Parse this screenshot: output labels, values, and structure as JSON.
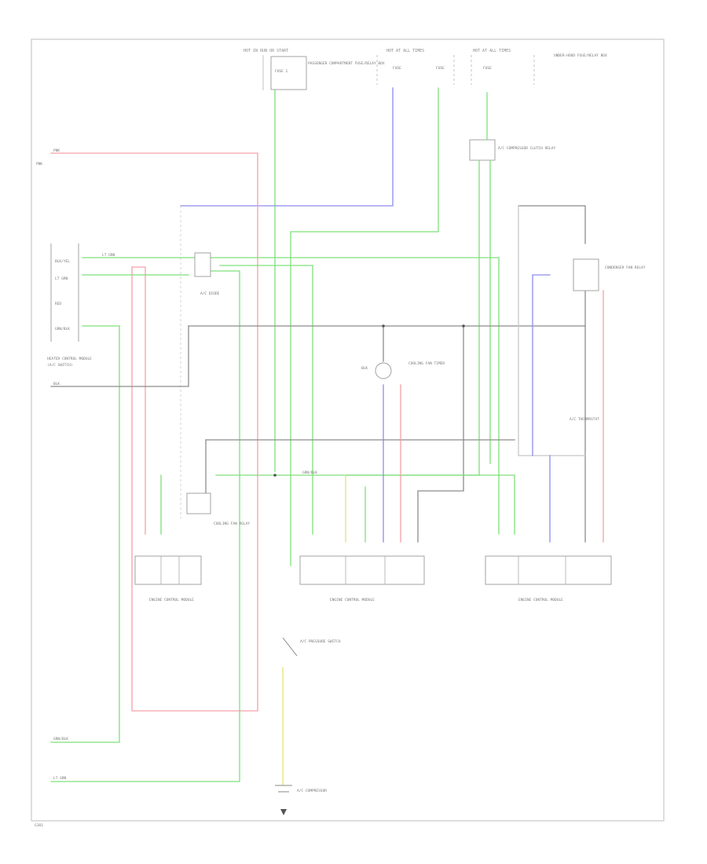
{
  "colors": {
    "pink": "#f5a0a8",
    "green": "#7ee07a",
    "blue": "#8c8cf0",
    "black": "#8c8c8c",
    "yellow": "#e7e07a",
    "grey": "#c8c8c8"
  },
  "labels": {
    "top_hot_run": "HOT IN RUN OR START",
    "top_hot_all_1": "HOT AT ALL TIMES",
    "top_hot_all_2": "HOT AT ALL TIMES",
    "fuse_block_1": "PASSENGER COMPARTMENT FUSE/RELAY BOX",
    "fuse_block_2": "UNDER-HOOD FUSE/RELAY BOX",
    "fuse_a": "FUSE 1",
    "fuse_b": "FUSE",
    "fuse_c": "FUSE",
    "fuse_d": "FUSE",
    "relay_top": "A/C COMPRESSOR CLUTCH RELAY",
    "left_module": "HEATER CONTROL MODULE",
    "left_module_sub": "(A/C SWITCH)",
    "pin_a": "BLK/YEL",
    "pin_b": "LT GRN",
    "pin_c": "RED",
    "pin_d": "GRN/BLK",
    "wire_pink_top": "PNK",
    "wire_blk": "BLK",
    "wire_grn": "GRN/BLK",
    "wire_ltgrn": "LT GRN",
    "left_relay": "A/C DIODE",
    "center_relay": "COOLING FAN RELAY",
    "right_relay": "CONDENSER FAN RELAY",
    "fan_label": "COOLING FAN TIMER",
    "mid_switch": "A/C THERMOSTAT",
    "comp_a": "ENGINE CONTROL MODULE",
    "comp_b": "ENGINE CONTROL MODULE",
    "comp_c": "ENGINE CONTROL MODULE",
    "pressure_switch": "A/C PRESSURE SWITCH",
    "compressor": "A/C COMPRESSOR",
    "bottom_left_a": "GRN/BLK",
    "bottom_left_b": "LT GRN",
    "left_in_top": "PNK",
    "left_in_mid": "BLK",
    "footer": "G101"
  }
}
